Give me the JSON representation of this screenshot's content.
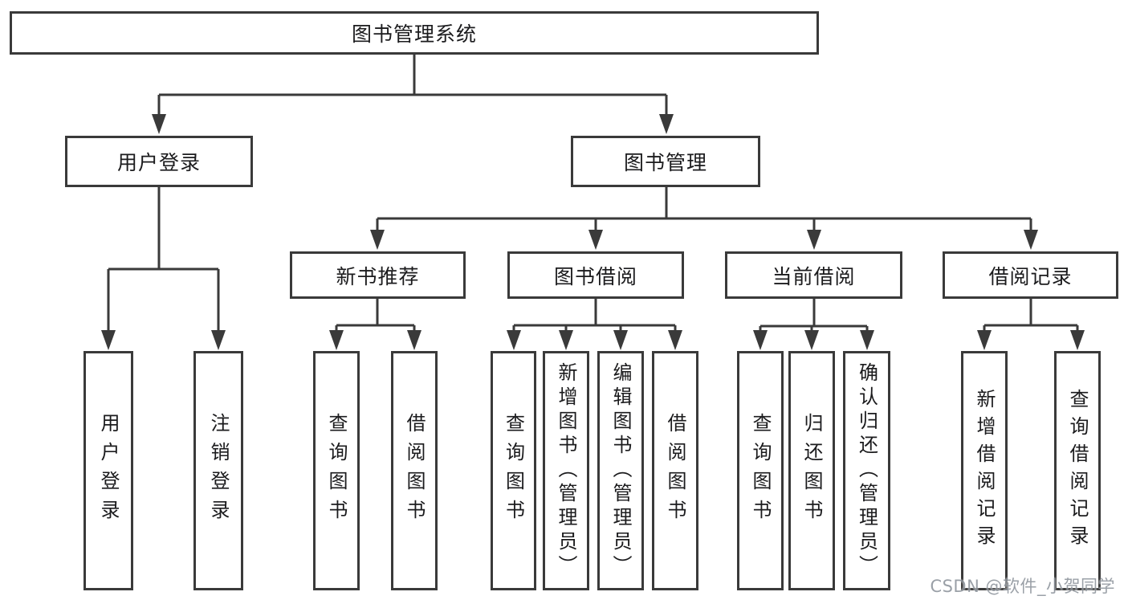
{
  "diagram": {
    "type": "hierarchy-tree",
    "nodes": {
      "root": "图书管理系统",
      "user_login": "用户登录",
      "book_mgmt": "图书管理",
      "new_book_rec": "新书推荐",
      "book_borrow": "图书借阅",
      "current_borrow": "当前借阅",
      "borrow_record": "借阅记录",
      "leaf_user_login": "用户登录",
      "leaf_logout": "注销登录",
      "rec_query_book": "查询图书",
      "rec_borrow_book": "借阅图书",
      "bb_query_book": "查询图书",
      "bb_add_book": "新增图书（管理员）",
      "bb_edit_book": "编辑图书（管理员）",
      "bb_borrow_book": "借阅图书",
      "cb_query_book": "查询图书",
      "cb_return_book": "归还图书",
      "cb_confirm_return": "确认归还（管理员）",
      "br_add_record": "新增借阅记录",
      "br_query_record": "查询借阅记录"
    },
    "edges": [
      [
        "root",
        "user_login"
      ],
      [
        "root",
        "book_mgmt"
      ],
      [
        "user_login",
        "leaf_user_login"
      ],
      [
        "user_login",
        "leaf_logout"
      ],
      [
        "book_mgmt",
        "new_book_rec"
      ],
      [
        "book_mgmt",
        "book_borrow"
      ],
      [
        "book_mgmt",
        "current_borrow"
      ],
      [
        "book_mgmt",
        "borrow_record"
      ],
      [
        "new_book_rec",
        "rec_query_book"
      ],
      [
        "new_book_rec",
        "rec_borrow_book"
      ],
      [
        "book_borrow",
        "bb_query_book"
      ],
      [
        "book_borrow",
        "bb_add_book"
      ],
      [
        "book_borrow",
        "bb_edit_book"
      ],
      [
        "book_borrow",
        "bb_borrow_book"
      ],
      [
        "current_borrow",
        "cb_query_book"
      ],
      [
        "current_borrow",
        "cb_return_book"
      ],
      [
        "current_borrow",
        "cb_confirm_return"
      ],
      [
        "borrow_record",
        "br_add_record"
      ],
      [
        "borrow_record",
        "br_query_record"
      ]
    ]
  },
  "watermark": "CSDN @软件_小贺同学",
  "colors": {
    "line": "#3a3a3a",
    "text": "#1b1b1d",
    "watermark": "#8d939b",
    "background": "#ffffff"
  }
}
